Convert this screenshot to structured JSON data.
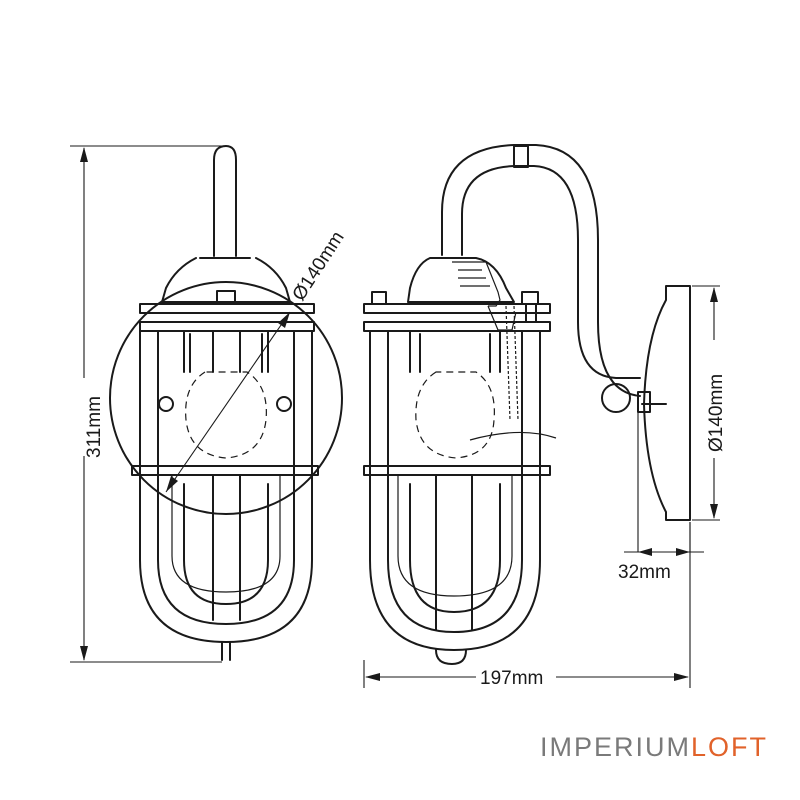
{
  "dimensions": {
    "height": "311mm",
    "front_diameter": "Ø140mm",
    "side_diameter": "Ø140mm",
    "projection": "197mm",
    "plate_depth": "32mm"
  },
  "brand": {
    "name_part1": "IMPERIUM",
    "name_part2": "LOFT",
    "color_part1": "#7a7a7a",
    "color_part2": "#e1622a"
  },
  "colors": {
    "line": "#1a1a1a",
    "background": "#ffffff"
  }
}
